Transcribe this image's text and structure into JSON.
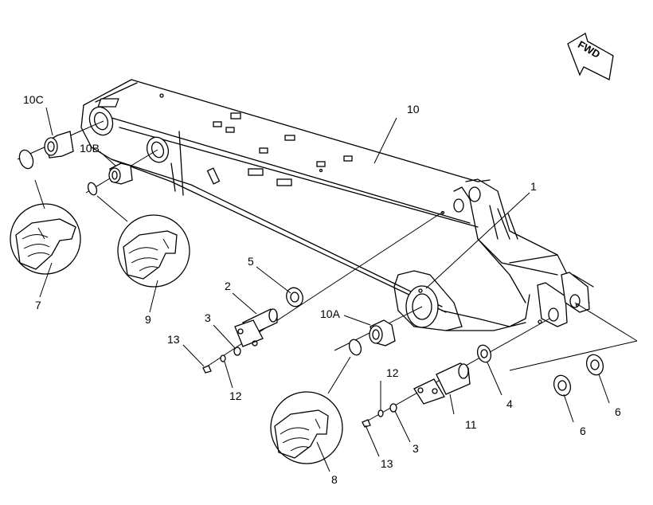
{
  "labels": {
    "l1": "1",
    "l2": "2",
    "l3a": "3",
    "l3b": "3",
    "l4": "4",
    "l5": "5",
    "l6a": "6",
    "l6b": "6",
    "l7": "7",
    "l8": "8",
    "l9": "9",
    "l10": "10",
    "l10a": "10A",
    "l10b": "10B",
    "l10c": "10C",
    "l11": "11",
    "l12a": "12",
    "l12b": "12",
    "l13a": "13",
    "l13b": "13"
  },
  "direction_marker": "FWD"
}
